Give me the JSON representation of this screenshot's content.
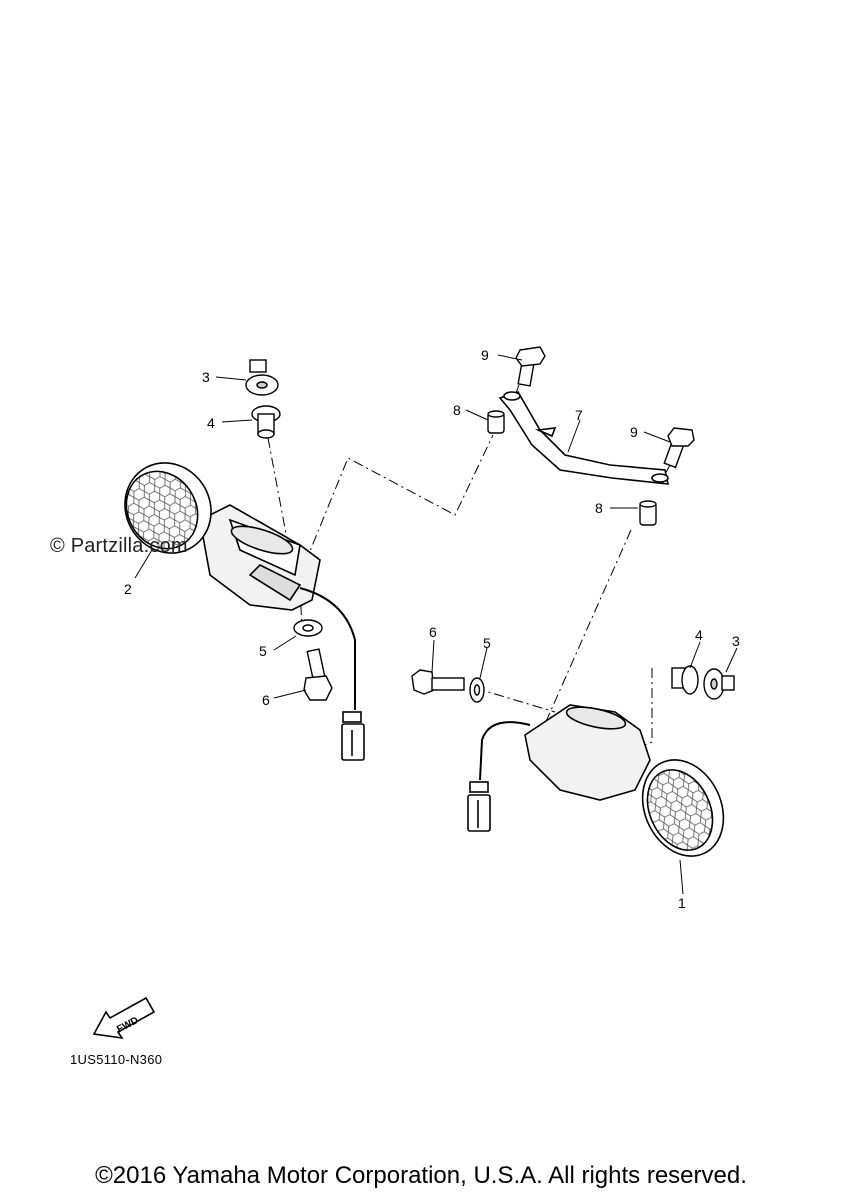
{
  "watermark": "© Partzilla.com",
  "diagram_code": "1US5110-N360",
  "copyright": "©2016 Yamaha Motor Corporation, U.S.A. All rights reserved.",
  "fwd_label": "FWD",
  "callouts": {
    "c1": "1",
    "c2": "2",
    "c3_left": "3",
    "c3_right": "3",
    "c4_left": "4",
    "c4_right": "4",
    "c5_left": "5",
    "c5_right": "5",
    "c6_left": "6",
    "c6_right": "6",
    "c7": "7",
    "c8_top": "8",
    "c8_bottom": "8",
    "c9_top": "9",
    "c9_bottom": "9"
  }
}
